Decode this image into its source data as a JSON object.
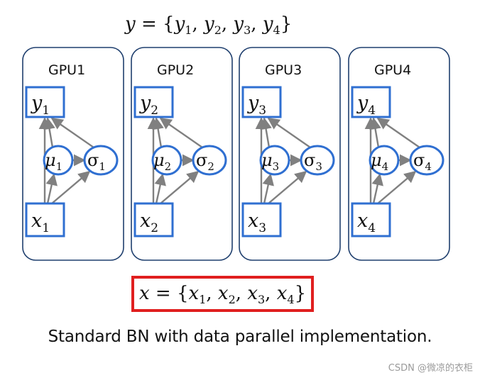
{
  "top_formula": {
    "lhs": "y",
    "eq": " = {",
    "terms": [
      {
        "base": "y",
        "sub": "1"
      },
      {
        "base": "y",
        "sub": "2"
      },
      {
        "base": "y",
        "sub": "3"
      },
      {
        "base": "y",
        "sub": "4"
      }
    ],
    "close": "}"
  },
  "bottom_formula": {
    "lhs": "x",
    "eq": " = {",
    "terms": [
      {
        "base": "x",
        "sub": "1"
      },
      {
        "base": "x",
        "sub": "2"
      },
      {
        "base": "x",
        "sub": "3"
      },
      {
        "base": "x",
        "sub": "4"
      }
    ],
    "close": "}"
  },
  "gpus": [
    {
      "label": "GPU1",
      "y": {
        "base": "y",
        "sub": "1"
      },
      "x": {
        "base": "x",
        "sub": "1"
      },
      "mu": {
        "base": "μ",
        "sub": "1"
      },
      "sigma": {
        "base": "σ",
        "sub": "1"
      }
    },
    {
      "label": "GPU2",
      "y": {
        "base": "y",
        "sub": "2"
      },
      "x": {
        "base": "x",
        "sub": "2"
      },
      "mu": {
        "base": "μ",
        "sub": "2"
      },
      "sigma": {
        "base": "σ",
        "sub": "2"
      }
    },
    {
      "label": "GPU3",
      "y": {
        "base": "y",
        "sub": "3"
      },
      "x": {
        "base": "x",
        "sub": "3"
      },
      "mu": {
        "base": "μ",
        "sub": "3"
      },
      "sigma": {
        "base": "σ",
        "sub": "3"
      }
    },
    {
      "label": "GPU4",
      "y": {
        "base": "y",
        "sub": "4"
      },
      "x": {
        "base": "x",
        "sub": "4"
      },
      "mu": {
        "base": "μ",
        "sub": "4"
      },
      "sigma": {
        "base": "σ",
        "sub": "4"
      }
    }
  ],
  "caption": "Standard BN with data parallel implementation.",
  "watermark": "CSDN @微凉的衣柜",
  "colors": {
    "panel_border": "#1f3f6e",
    "node_blue": "#2f6fd1",
    "arrow_gray": "#808080",
    "highlight_red": "#e01f1f"
  }
}
